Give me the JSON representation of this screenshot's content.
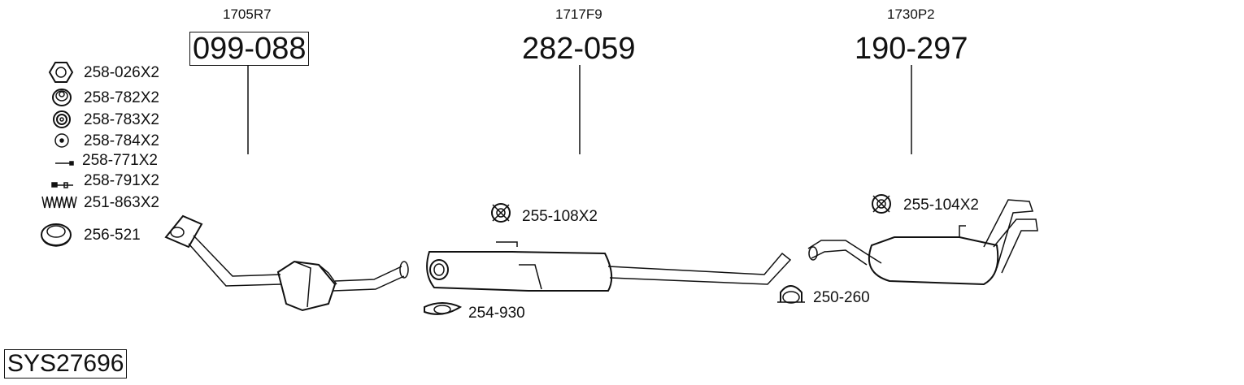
{
  "main_parts": [
    {
      "ref": "1705R7",
      "number": "099-088",
      "boxed": true
    },
    {
      "ref": "1717F9",
      "number": "282-059",
      "boxed": false
    },
    {
      "ref": "1730P2",
      "number": "190-297",
      "boxed": false
    }
  ],
  "accessories": [
    {
      "label": "258-026X2",
      "icon": "hex-nut-icon"
    },
    {
      "label": "258-782X2",
      "icon": "conical-spring-washer-icon"
    },
    {
      "label": "258-783X2",
      "icon": "ring-washer-icon"
    },
    {
      "label": "258-784X2",
      "icon": "flat-washer-icon"
    },
    {
      "label": "258-771X2",
      "icon": "bolt-icon"
    },
    {
      "label": "258-791X2",
      "icon": "stud-bolt-icon"
    },
    {
      "label": "251-863X2",
      "icon": "coil-spring-icon"
    },
    {
      "label": "256-521",
      "icon": "gasket-ring-icon"
    }
  ],
  "fitting_parts": [
    {
      "label": "255-108X2",
      "icon": "rubber-mount-icon"
    },
    {
      "label": "254-930",
      "icon": "pipe-clamp-icon"
    },
    {
      "label": "255-104X2",
      "icon": "rubber-mount-icon"
    },
    {
      "label": "250-260",
      "icon": "u-clamp-icon"
    }
  ],
  "system_id": "SYS27696"
}
